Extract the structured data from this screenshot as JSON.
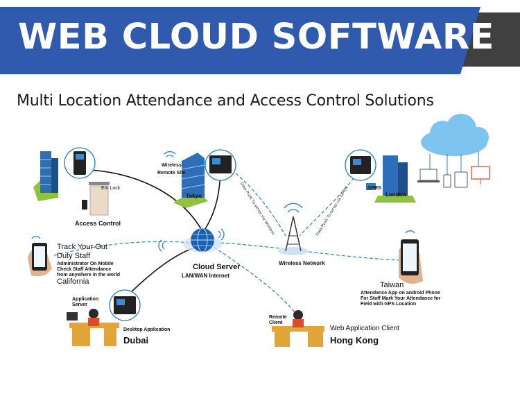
{
  "banner": {
    "title": "WEB CLOUD SOFTWARE",
    "color": "#2f5aae",
    "accent": "#404040"
  },
  "subtitle": "Multi Location Attendance and Access Control Solutions",
  "nodes": {
    "cloud_server": {
      "name": "Cloud Server",
      "detail": "LAN/WAN Internet"
    },
    "access_control": {
      "name": "Access Control",
      "em_lock": "Em Lock"
    },
    "tokyo": {
      "wireless_label": "Wireless",
      "remote_site_label": "Remote Site",
      "city": "Tokyo"
    },
    "wireless_network": {
      "name": "Wireless Network"
    },
    "london": {
      "gprs_label": "GPRS",
      "city": "London"
    },
    "california": {
      "title_line1": "Track Your Out",
      "title_line2": "Duty Staff",
      "desc_line1": "Administrator On Mobile",
      "desc_line2": "Check Staff Attendance",
      "desc_line3": "from anywhere in the world",
      "city": "California"
    },
    "taiwan": {
      "city": "Taiwan",
      "desc_line1": "Attendance App on android Phone",
      "desc_line2": "For Staff Mark Your Attendance for",
      "desc_line3": "Field with GPS Location"
    },
    "dubai": {
      "server_label_line1": "Application",
      "server_label_line2": "Server",
      "app_label": "Desktop Application",
      "city": "Dubai"
    },
    "hong_kong": {
      "remote_label_line1": "Remote",
      "remote_label_line2": "Client",
      "app_label": "Web Application Client",
      "city": "Hong Kong"
    }
  },
  "link_labels": {
    "tokyo_link": "Data Push To server via Wireless",
    "london_link": "Data Push To server via GPRS"
  }
}
